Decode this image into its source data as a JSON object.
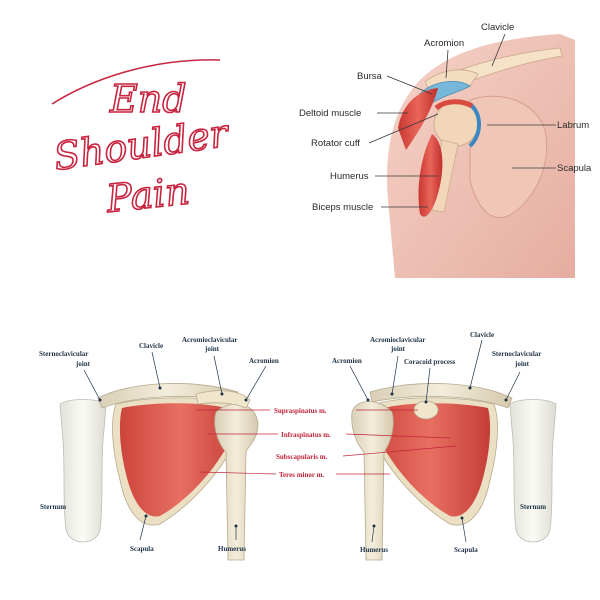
{
  "title": {
    "line1": "End",
    "line2": "Shoulder",
    "line3": "Pain"
  },
  "colors": {
    "title_red": "#c8243f",
    "skin": "#efc2b6",
    "muscle": "#d8493f",
    "bone": "#efe6cf",
    "label_blue": "#1f3347",
    "label_red": "#c0243a"
  },
  "top_labels": {
    "acromion": "Acromion",
    "clavicle": "Clavicle",
    "bursa": "Bursa",
    "deltoid": "Deltoid muscle",
    "labrum": "Labrum",
    "rotator_cuff": "Rotator cuff",
    "scapula": "Scapula",
    "humerus": "Humerus",
    "biceps": "Biceps muscle"
  },
  "bottom_labels": {
    "sternoclavicular_left": "Sternoclavicular joint",
    "clavicle_left": "Clavicle",
    "acromioclavicular_left": "Acromioclavicular joint",
    "acromion_left": "Acromion",
    "sternum_left": "Sternum",
    "scapula_left": "Scapula",
    "humerus_left": "Humerus",
    "acromion_right": "Acromion",
    "acromioclavicular_right": "Acromioclavicular joint",
    "clavicle_right": "Clavicle",
    "coracoid_right": "Coracoid process",
    "sternoclavicular_right": "Sternoclavicular joint",
    "sternum_right": "Sternum",
    "scapula_right": "Scapula",
    "humerus_right": "Humerus",
    "supraspinatus": "Supraspinatus m.",
    "infraspinatus": "Infraspinatus m.",
    "subscapularis": "Subscapularis m.",
    "teres_minor": "Teres minor m."
  }
}
